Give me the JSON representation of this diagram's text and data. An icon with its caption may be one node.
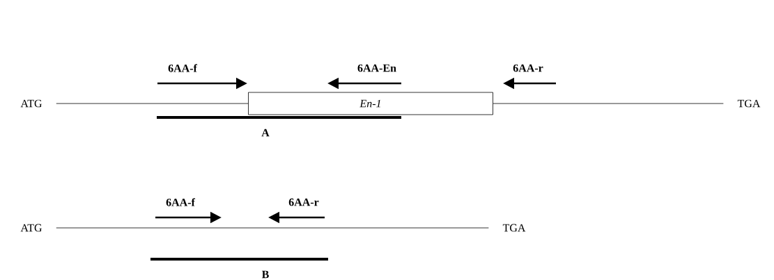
{
  "diagram": {
    "nodes": [
      {
        "text": [
          "ATG"
        ]
      },
      {
        "text": [
          "En-1"
        ]
      },
      {
        "text": [
          "TGA"
        ]
      },
      {
        "text": [
          "ATG"
        ]
      },
      {
        "text": [
          "TGA"
        ]
      }
    ],
    "edges": [
      {
        "from": 0,
        "to": 1,
        "arrow": "none"
      },
      {
        "from": 1,
        "to": 2,
        "arrow": "none"
      },
      {
        "from": 3,
        "to": 4,
        "arrow": "none"
      }
    ],
    "labels": [
      "6AA-f",
      "6AA-En",
      "6AA-r",
      "A",
      "6AA-f",
      "6AA-r",
      "B"
    ]
  }
}
